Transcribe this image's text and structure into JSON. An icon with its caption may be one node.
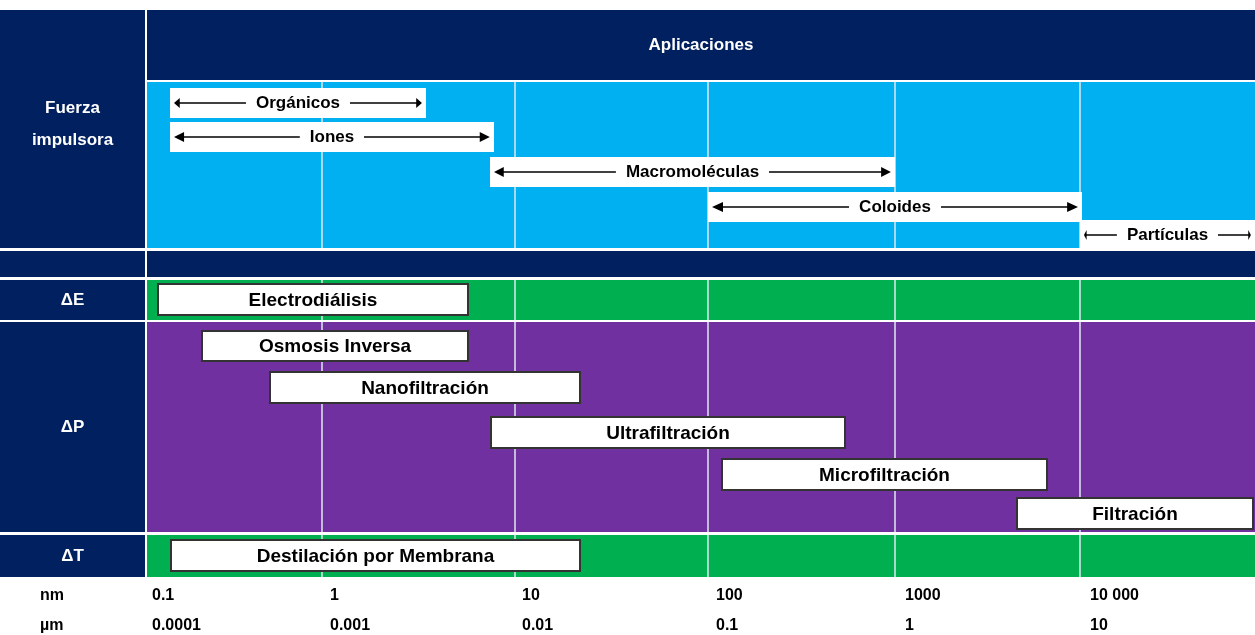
{
  "diagram": {
    "nodes": [
      {
        "text": [
          "Aplicaciones"
        ]
      },
      {
        "text": [
          "Fuerza impulsora"
        ]
      },
      {
        "text": [
          "ΔE"
        ]
      },
      {
        "text": [
          "ΔP"
        ]
      },
      {
        "text": [
          "ΔT"
        ]
      },
      {
        "text": [
          "Orgánicos"
        ]
      },
      {
        "text": [
          "Iones"
        ]
      },
      {
        "text": [
          "Macromoléculas"
        ]
      },
      {
        "text": [
          "Coloides"
        ]
      },
      {
        "text": [
          "Partículas"
        ]
      },
      {
        "text": [
          "Electrodiálisis"
        ]
      },
      {
        "text": [
          "Osmosis Inversa"
        ]
      },
      {
        "text": [
          "Nanofiltración"
        ]
      },
      {
        "text": [
          "Ultrafiltración"
        ]
      },
      {
        "text": [
          "Microfiltración"
        ]
      },
      {
        "text": [
          "Filtración"
        ]
      },
      {
        "text": [
          "Destilación por Membrana"
        ]
      }
    ],
    "edges": [],
    "labels": [
      "nm",
      "0.1",
      "1",
      "10",
      "100",
      "1000",
      "10 000",
      "µm",
      "0.0001",
      "0.001",
      "0.01",
      "0.1",
      "1",
      "10"
    ]
  }
}
